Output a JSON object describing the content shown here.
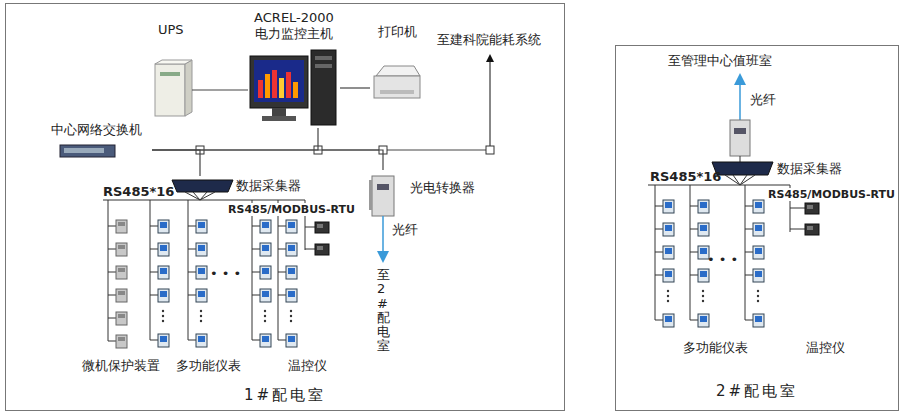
{
  "diagram": {
    "nodes": [
      {
        "text": [
          "1#配电室"
        ]
      },
      {
        "text": [
          "UPS"
        ],
        "in": 0
      },
      {
        "text": [
          "ACREL-2000 电力监控主机"
        ],
        "in": 0
      },
      {
        "text": [
          "打印机"
        ],
        "in": 0
      },
      {
        "text": [
          "中心网络交换机"
        ],
        "in": 0
      },
      {
        "text": [
          "数据采集器"
        ],
        "in": 0
      },
      {
        "text": [
          "光电转换器"
        ],
        "in": 0
      },
      {
        "text": [
          "2#配电室"
        ]
      },
      {
        "text": [
          "数据采集器"
        ],
        "in": 7
      }
    ],
    "edges": [
      {
        "from": 1,
        "to": 2,
        "arrow": "none"
      },
      {
        "from": 2,
        "to": 3,
        "arrow": "none"
      },
      {
        "from": 4,
        "to": 2,
        "arrow": "none"
      },
      {
        "from": 4,
        "to": 5,
        "arrow": "none"
      },
      {
        "from": 4,
        "to": 6,
        "arrow": "none"
      }
    ],
    "labels": [
      "至建科院能耗系统",
      "RS485*16",
      "RS485/MODBUS-RTU",
      "• • •",
      "微机保护装置",
      "多功能仪表",
      "温控仪",
      "光纤",
      "至2#配电室",
      "至管理中心值班室",
      "光纤",
      "RS485*16",
      "RS485/MODBUS-RTU",
      "• • •",
      "多功能仪表",
      "温控仪"
    ]
  }
}
